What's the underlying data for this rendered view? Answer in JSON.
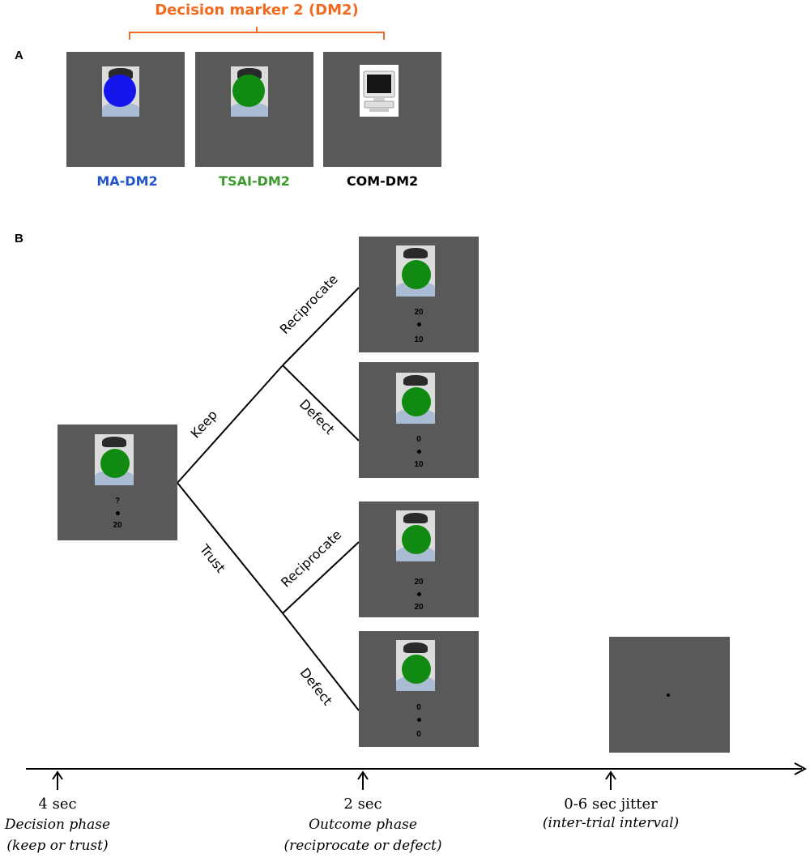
{
  "panel_a": {
    "label": "A",
    "title": "Decision marker 2 (DM2)",
    "title_color": "#f06a1f",
    "conditions": [
      {
        "name": "MA-DM2",
        "color": "#2255cc",
        "marker": "blue-disc",
        "marker_color": "#1515ee"
      },
      {
        "name": "TSAI-DM2",
        "color": "#3c9a2c",
        "marker": "green-disc",
        "marker_color": "#118a11"
      },
      {
        "name": "COM-DM2",
        "color": "#000000",
        "marker": "computer-icon"
      }
    ]
  },
  "panel_b": {
    "label": "B",
    "decision_screen": {
      "top": "?",
      "bottom": "20"
    },
    "branches": {
      "keep": "Keep",
      "trust": "Trust",
      "reciprocate": "Reciprocate",
      "defect": "Defect"
    },
    "outcomes": [
      {
        "top": "20",
        "bottom": "10"
      },
      {
        "top": "0",
        "bottom": "10"
      },
      {
        "top": "20",
        "bottom": "20"
      },
      {
        "top": "0",
        "bottom": "0"
      }
    ],
    "timeline": [
      {
        "time": "4 sec",
        "phase": "Decision phase",
        "detail": "(keep or trust)"
      },
      {
        "time": "2 sec",
        "phase": "Outcome phase",
        "detail": "(reciprocate or defect)"
      },
      {
        "time": "0-6 sec jitter",
        "phase": "(inter-trial interval)"
      }
    ]
  },
  "colors": {
    "screen": "#595959",
    "accent": "#f06a1f"
  }
}
